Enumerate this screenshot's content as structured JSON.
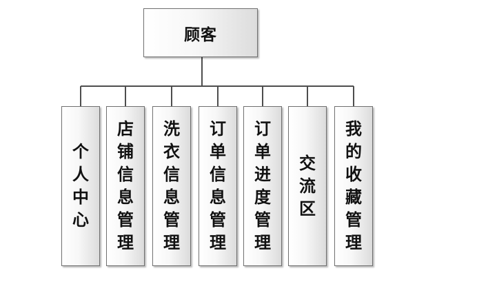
{
  "diagram": {
    "root": {
      "label": "顾客"
    },
    "children": [
      {
        "label": "个人中心"
      },
      {
        "label": "店铺信息管理"
      },
      {
        "label": "洗衣信息管理"
      },
      {
        "label": "订单信息管理"
      },
      {
        "label": "订单进度管理"
      },
      {
        "label": "交流区"
      },
      {
        "label": "我的收藏管理"
      }
    ],
    "line_color": "#4d4d4d",
    "box_border_color": "#6f6f6f"
  }
}
